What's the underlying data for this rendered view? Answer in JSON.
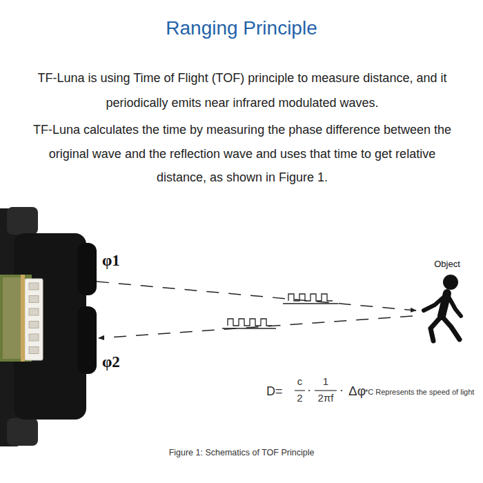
{
  "diagram": {
    "title": "Ranging Principle",
    "caption": "Figure 1: Schematics of TOF Principle",
    "labels": [
      "TF-Luna is using Time of Flight (TOF) principle to measure distance, and it periodically emits near infrared modulated waves.",
      "TF-Luna calculates the time by measuring the phase difference between the original wave and the reflection wave and uses that time to get relative distance, as shown in Figure 1.",
      "φ1",
      "Object",
      "φ2",
      "D=",
      "c",
      "2",
      "·",
      "1",
      "2πf",
      "·",
      "Δφ",
      "*C Represents the speed of light"
    ]
  }
}
